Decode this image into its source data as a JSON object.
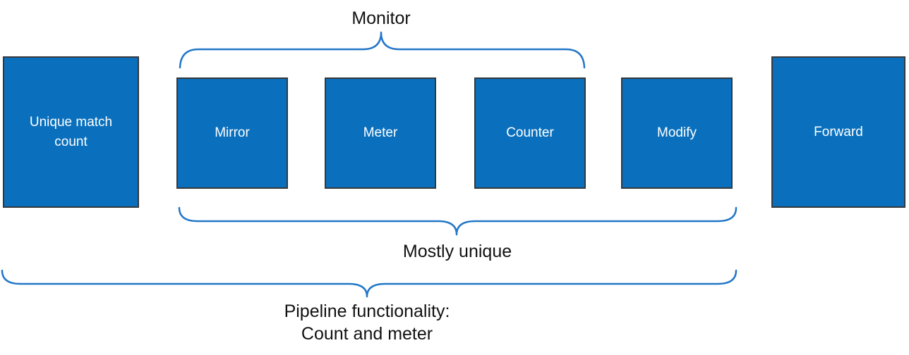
{
  "diagram": {
    "labels": {
      "monitor": "Monitor",
      "mostly_unique": "Mostly unique",
      "pipeline_line1": "Pipeline functionality:",
      "pipeline_line2": "Count and meter"
    },
    "boxes": [
      {
        "id": "unique-match-count",
        "label": "Unique match count"
      },
      {
        "id": "mirror",
        "label": "Mirror"
      },
      {
        "id": "meter",
        "label": "Meter"
      },
      {
        "id": "counter",
        "label": "Counter"
      },
      {
        "id": "modify",
        "label": "Modify"
      },
      {
        "id": "forward",
        "label": "Forward"
      }
    ],
    "colors": {
      "box_fill": "#0a70bd",
      "box_border": "#34383c",
      "box_text": "#ffffff",
      "brace": "#2277c8",
      "label_text": "#111111"
    }
  }
}
